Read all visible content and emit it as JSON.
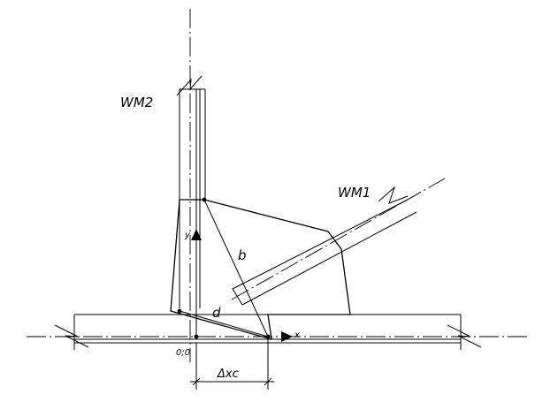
{
  "labels": {
    "wm2": "WM2",
    "wm1": "WM1",
    "b": "b",
    "d": "d",
    "x_axis": "x",
    "y_axis": "y",
    "origin": "0;0",
    "delta_xc": "Δxc"
  }
}
